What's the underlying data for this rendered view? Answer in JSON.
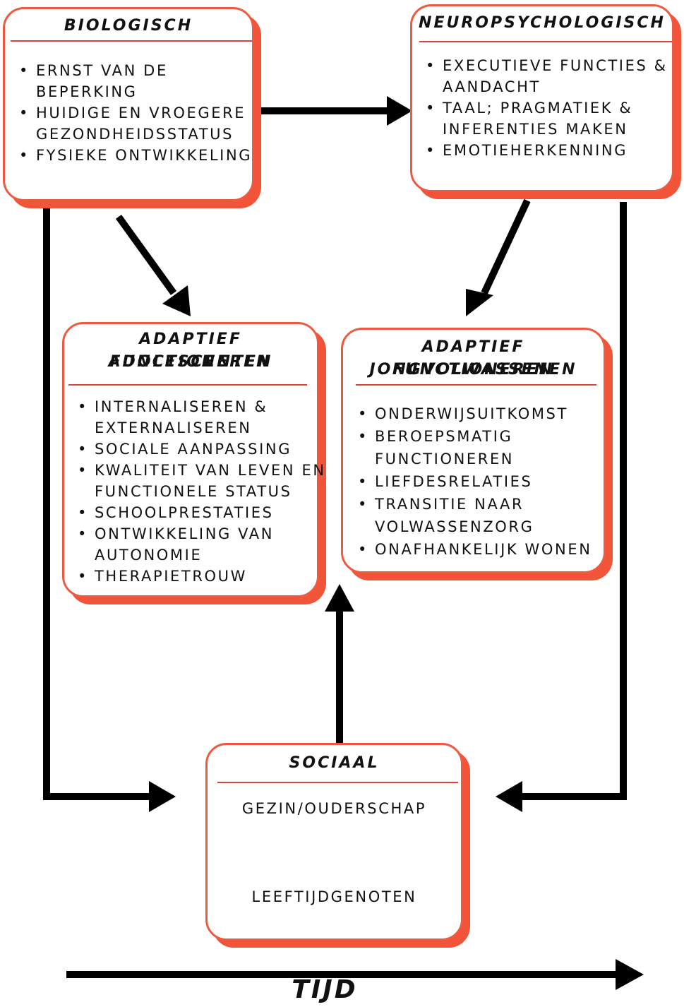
{
  "boxes": {
    "biologisch": {
      "title": "BIOLOGISCH",
      "items": [
        "ERNST VAN DE\nBEPERKING",
        "HUIDIGE EN VROEGERE\nGEZONDHEIDSSTATUS",
        "FYSIEKE ONTWIKKELING"
      ]
    },
    "neuropsychologisch": {
      "title": "NEUROPSYCHOLOGISCH",
      "items": [
        "EXECUTIEVE FUNCTIES &\nAANDACHT",
        "TAAL; PRAGMATIEK &\nINFERENTIES MAKEN",
        "EMOTIEHERKENNING"
      ]
    },
    "adolescenten": {
      "title_line1": "ADAPTIEF FUNCTIONEREN",
      "title_line2": "ADOLESCENTEN",
      "items": [
        "INTERNALISEREN &\nEXTERNALISEREN",
        "SOCIALE AANPASSING",
        "KWALITEIT VAN LEVEN EN\nFUNCTIONELE STATUS",
        "SCHOOLPRESTATIES",
        "ONTWIKKELING VAN\nAUTONOMIE",
        "THERAPIETROUW"
      ]
    },
    "jongvolwassenen": {
      "title_line1": "ADAPTIEF FUNCTIONEREN",
      "title_line2": "JONGVOLWASSENEN",
      "items": [
        "ONDERWIJSUITKOMST",
        "BEROEPSMATIG\nFUNCTIONEREN",
        "LIEFDESRELATIES",
        "TRANSITIE NAAR\nVOLWASSENZORG",
        "ONAFHANKELIJK WONEN"
      ]
    },
    "sociaal": {
      "title": "SOCIAAL",
      "top_item": "GEZIN/OUDERSCHAP",
      "bottom_item": "LEEFTIJDGENOTEN"
    }
  },
  "time_axis": {
    "label": "TIJD"
  },
  "colors": {
    "box_border": "#ee5a40",
    "box_shadow": "#f2543a",
    "rule": "#d9463a",
    "arrow": "#000000"
  }
}
